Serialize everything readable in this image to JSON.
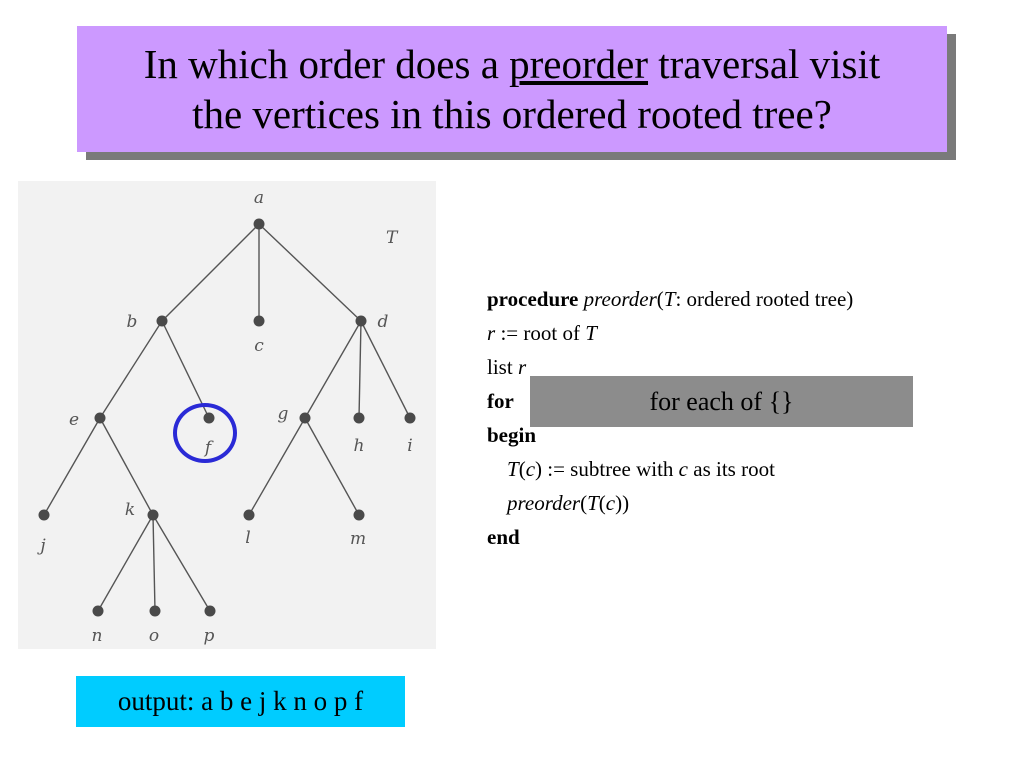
{
  "title": {
    "line1_before": "In which order does a ",
    "line1_underlined": "preorder",
    "line1_after": " traversal visit",
    "line2": "the vertices in this ordered rooted tree?"
  },
  "tree": {
    "name": "T",
    "vertices": [
      "a",
      "b",
      "c",
      "d",
      "e",
      "f",
      "g",
      "h",
      "i",
      "j",
      "k",
      "l",
      "m",
      "n",
      "o",
      "p"
    ],
    "edges": [
      [
        "a",
        "b"
      ],
      [
        "a",
        "c"
      ],
      [
        "a",
        "d"
      ],
      [
        "b",
        "e"
      ],
      [
        "b",
        "f"
      ],
      [
        "d",
        "g"
      ],
      [
        "d",
        "h"
      ],
      [
        "d",
        "i"
      ],
      [
        "e",
        "j"
      ],
      [
        "e",
        "k"
      ],
      [
        "g",
        "l"
      ],
      [
        "g",
        "m"
      ],
      [
        "k",
        "n"
      ],
      [
        "k",
        "o"
      ],
      [
        "k",
        "p"
      ]
    ],
    "highlighted_vertex": "f"
  },
  "code": {
    "kw_procedure": "procedure",
    "proc_name": "preorder",
    "paren_open": "(",
    "param_T": "T",
    "param_type": ": ordered rooted tree)",
    "var_r": "r",
    "assign_root": " := root of ",
    "var_T": "T",
    "list_word": "list ",
    "list_var": "r",
    "kw_for": "for",
    "kw_begin": "begin",
    "sub_T": "T",
    "sub_paren_open": "(",
    "sub_c": "c",
    "sub_rest": ") := subtree with ",
    "sub_c2": "c",
    "sub_tail": " as its root",
    "call_name": "preorder",
    "call_open": "(",
    "call_T": "T",
    "call_open2": "(",
    "call_c": "c",
    "call_close": "))",
    "kw_end": "end"
  },
  "foreach_label": "for each of {}",
  "output_label": "output: a b e j k n o p f"
}
